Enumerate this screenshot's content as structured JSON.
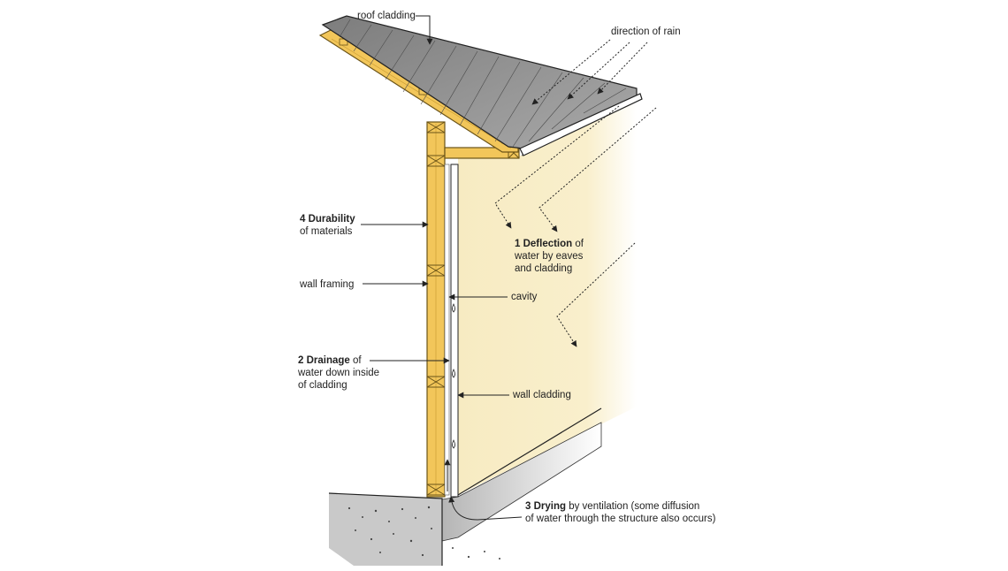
{
  "diagram": {
    "colors": {
      "timber": "#f2c65a",
      "timber_outline": "#6b5418",
      "cladding": "#f7ebc2",
      "roof": "#8d8d8d",
      "ground": "#b5b5b5",
      "ink": "#222222"
    },
    "labels": {
      "roof_cladding": "roof cladding",
      "direction_of_rain": "direction of rain",
      "durability": {
        "bold": "4 Durability",
        "line2": "of materials"
      },
      "wall_framing": "wall framing",
      "deflection": {
        "bold": "1 Deflection",
        "rest": " of",
        "line2": "water by eaves",
        "line3": "and cladding"
      },
      "cavity": "cavity",
      "drainage": {
        "bold": "2 Drainage",
        "rest": " of",
        "line2": "water down inside",
        "line3": "of cladding"
      },
      "wall_cladding": "wall cladding",
      "drying": {
        "bold": "3 Drying",
        "rest": " by ventilation (some diffusion",
        "line2": "of water through the structure also occurs)"
      }
    }
  }
}
